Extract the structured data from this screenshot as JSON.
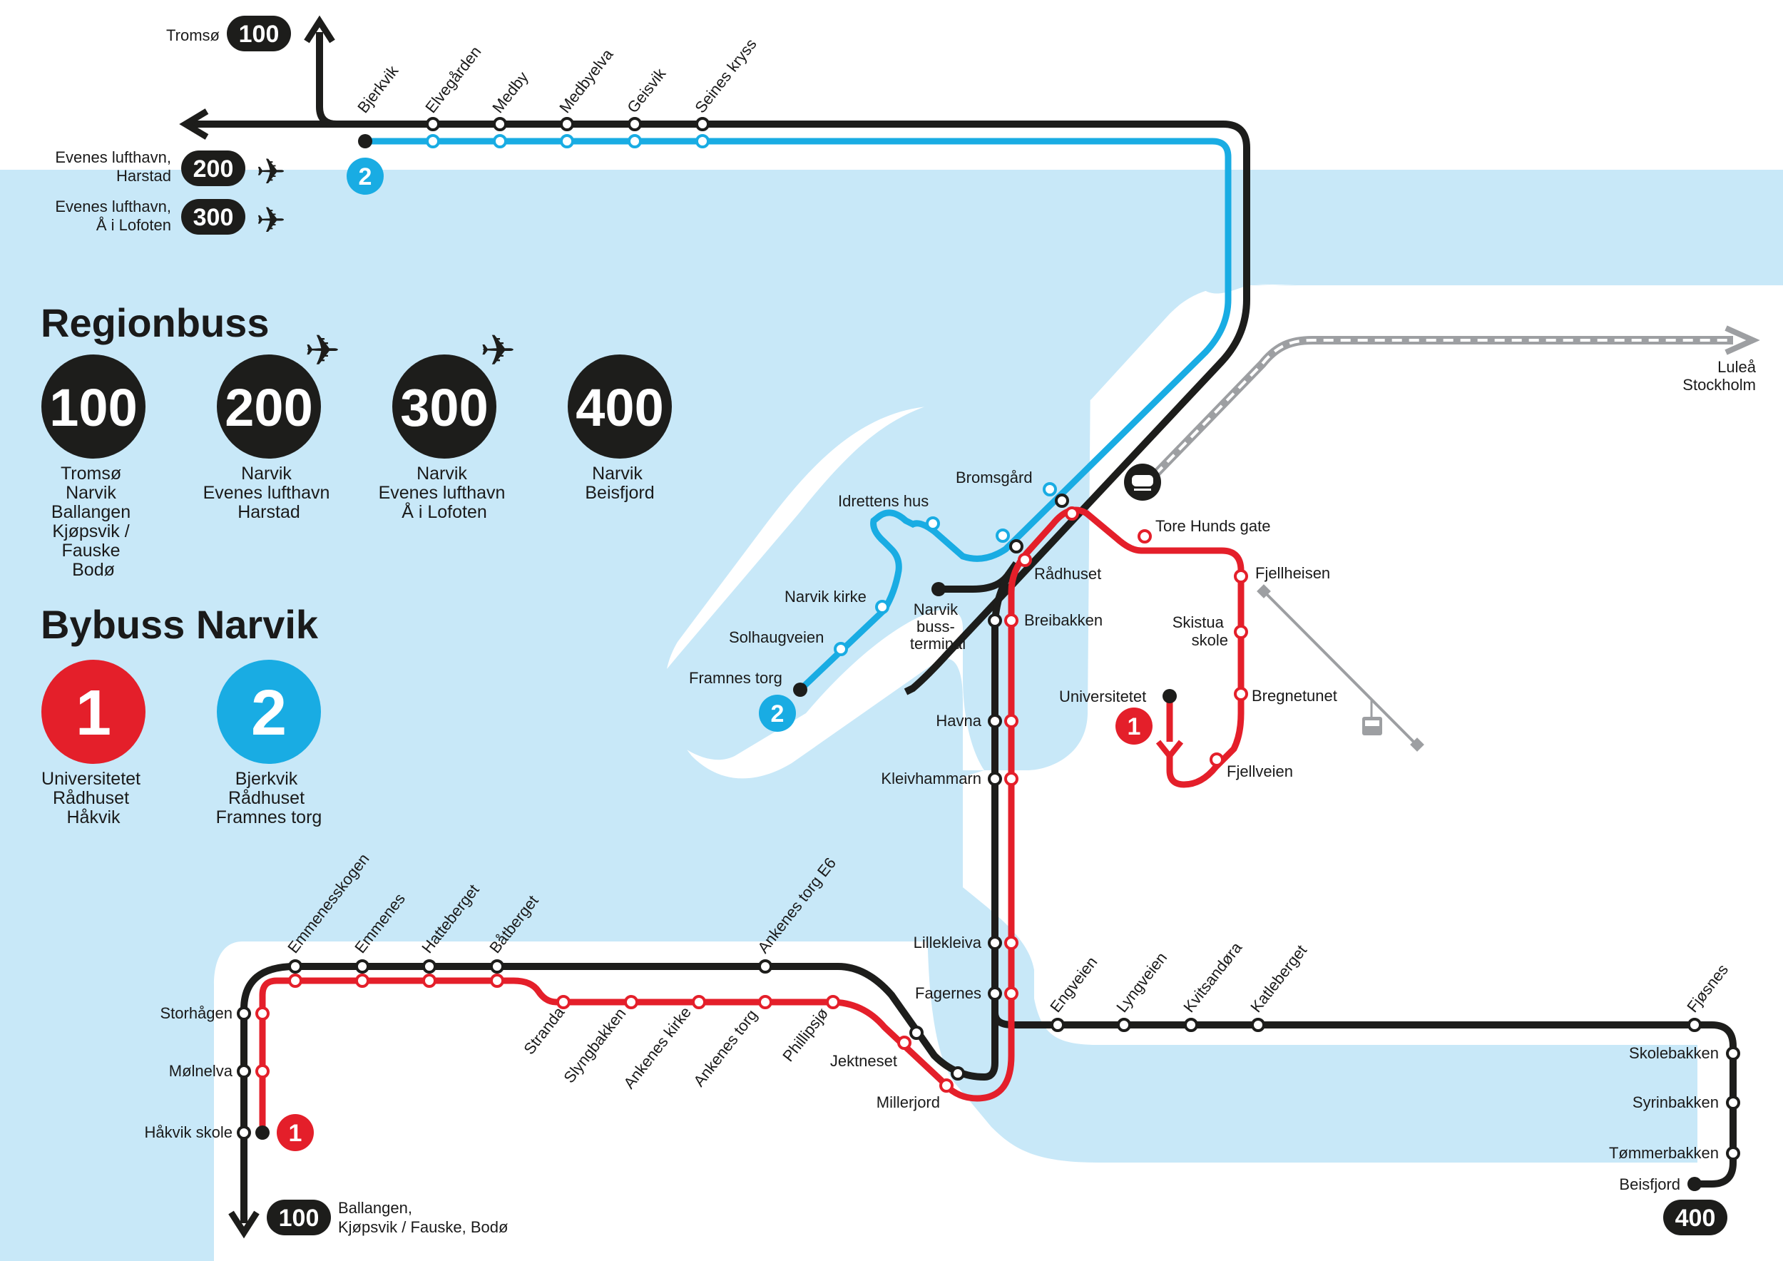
{
  "colors": {
    "water": "#c8e8f8",
    "line_black": "#1d1d1b",
    "line_red": "#e41f2a",
    "line_blue": "#19ace3",
    "rail_gray": "#9d9fa2"
  },
  "headings": {
    "region": "Regionbuss",
    "city": "Bybuss Narvik"
  },
  "region_routes": [
    {
      "number": "100",
      "lines": [
        "Tromsø",
        "Narvik",
        "Ballangen",
        "Kjøpsvik /",
        "Fauske",
        "Bodø"
      ],
      "icon": ""
    },
    {
      "number": "200",
      "lines": [
        "Narvik",
        "Evenes lufthavn",
        "Harstad"
      ],
      "icon": "airplane-icon"
    },
    {
      "number": "300",
      "lines": [
        "Narvik",
        "Evenes lufthavn",
        "Å i Lofoten"
      ],
      "icon": "airplane-icon"
    },
    {
      "number": "400",
      "lines": [
        "Narvik",
        "Beisfjord"
      ],
      "icon": ""
    }
  ],
  "city_routes": [
    {
      "number": "1",
      "color": "#e41f2a",
      "lines": [
        "Universitetet",
        "Rådhuset",
        "Håkvik"
      ]
    },
    {
      "number": "2",
      "color": "#19ace3",
      "lines": [
        "Bjerkvik",
        "Rådhuset",
        "Framnes torg"
      ]
    }
  ],
  "destinations": {
    "tromso": {
      "label": "Tromsø",
      "route": "100"
    },
    "evenes_harstad": {
      "label_lines": [
        "Evenes lufthavn,",
        "Harstad"
      ],
      "route": "200"
    },
    "evenes_lofoten": {
      "label_lines": [
        "Evenes lufthavn,",
        "Å i Lofoten"
      ],
      "route": "300"
    },
    "south": {
      "label_lines": [
        "Ballangen,",
        "Kjøpsvik / Fauske, Bodø"
      ],
      "route": "100"
    },
    "beisfjord": {
      "route": "400"
    },
    "rail": {
      "label_lines": [
        "Luleå",
        "Stockholm"
      ]
    }
  },
  "stations": {
    "bjerkvik": "Bjerkvik",
    "elvegarden": "Elvegården",
    "medby": "Medby",
    "medbyelva": "Medbyelva",
    "geisvik": "Geisvik",
    "seines_kryss": "Seines kryss",
    "bromsgard": "Bromsgård",
    "idrettens_hus": "Idrettens hus",
    "narvik_kirke": "Narvik kirke",
    "solhaugveien": "Solhaugveien",
    "framnes_torg": "Framnes torg",
    "bussterminal": [
      "Narvik",
      "buss-",
      "terminal"
    ],
    "radhuset": "Rådhuset",
    "breibakken": "Breibakken",
    "tore_hunds_gate": "Tore Hunds gate",
    "fjellheisen": "Fjellheisen",
    "skistua_skole": [
      "Skistua",
      "skole"
    ],
    "universitetet": "Universitetet",
    "bregnetunet": "Bregnetunet",
    "fjellveien": "Fjellveien",
    "havna": "Havna",
    "kleivhammarn": "Kleivhammarn",
    "lillekleiva": "Lillekleiva",
    "fagernes": "Fagernes",
    "engveien": "Engveien",
    "lyngveien": "Lyngveien",
    "kvitsandora": "Kvitsandøra",
    "katleberget": "Katleberget",
    "fjosnes": "Fjøsnes",
    "skolebakken": "Skolebakken",
    "syrinbakken": "Syrinbakken",
    "tommerbakken": "Tømmerbakken",
    "beisfjord": "Beisfjord",
    "emmenesskogen": "Emmenesskogen",
    "emmenes": "Emmenes",
    "hatteberget": "Hatteberget",
    "batberget": "Båtberget",
    "ankenes_torg_e6": "Ankenes torg E6",
    "storhagen": "Storhågen",
    "molnelva": "Mølnelva",
    "hakvik_skole": "Håkvik skole",
    "stranda": "Stranda",
    "slyngbakken": "Slyngbakken",
    "ankenes_kirke": "Ankenes kirke",
    "ankenes_torg": "Ankenes torg",
    "phillipsjo": "Phillipsjø",
    "jektneset": "Jektneset",
    "millerjord": "Millerjord"
  },
  "route_badges": {
    "red": "1",
    "blue": "2"
  }
}
